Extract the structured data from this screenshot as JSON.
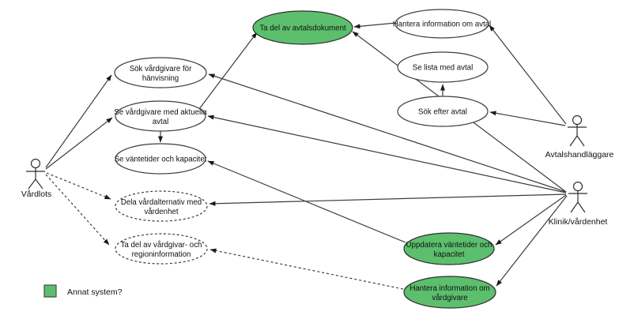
{
  "diagram": {
    "type": "uml-use-case",
    "colors": {
      "system_green": "#5CBF6D",
      "stroke": "#3d3d3d"
    },
    "actors": [
      {
        "id": "vardlots",
        "label": "Vårdlots"
      },
      {
        "id": "avtalshandlaggare",
        "label": "Avtalshandläggare"
      },
      {
        "id": "klinik-vardenhet",
        "label": "Klinik/vårdenhet"
      }
    ],
    "usecases": [
      {
        "id": "ta-del-av-avtalsdokument",
        "style": "system",
        "lines": [
          "Ta del av avtalsdokument"
        ]
      },
      {
        "id": "hantera-information-om-avtal",
        "style": "normal",
        "lines": [
          "Hantera information om avtal"
        ]
      },
      {
        "id": "se-lista-med-avtal",
        "style": "normal",
        "lines": [
          "Se lista med avtal"
        ]
      },
      {
        "id": "sok-efter-avtal",
        "style": "normal",
        "lines": [
          "Sök efter avtal"
        ]
      },
      {
        "id": "sok-vardgivare-for-hanvisning",
        "style": "normal",
        "lines": [
          "Sök vårdgivare för",
          "hänvisning"
        ]
      },
      {
        "id": "se-vardgivare-med-aktuella-avtal",
        "style": "normal",
        "lines": [
          "Se vårdgivare med aktuella",
          "avtal"
        ]
      },
      {
        "id": "se-vantetider-och-kapacitet",
        "style": "normal",
        "lines": [
          "Se väntetider och kapacitet"
        ]
      },
      {
        "id": "dela-vardalternativ-med-vardenhet",
        "style": "dashed",
        "lines": [
          "Dela vårdalternativ med",
          "vårdenhet"
        ]
      },
      {
        "id": "ta-del-av-vardgivar-och-regioninformation",
        "style": "dashed",
        "lines": [
          "Ta del av vårdgivar- och",
          "regioninformation"
        ]
      },
      {
        "id": "uppdatera-vantetider-och-kapacitet",
        "style": "system",
        "lines": [
          "Uppdatera väntetider och",
          "kapacitet"
        ]
      },
      {
        "id": "hantera-information-om-vardgivare",
        "style": "system",
        "lines": [
          "Hantera information om",
          "vårdgivare"
        ]
      }
    ],
    "edges": [
      {
        "from": "vardlots",
        "to": "sok-vardgivare-for-hanvisning",
        "style": "solid"
      },
      {
        "from": "vardlots",
        "to": "se-vardgivare-med-aktuella-avtal",
        "style": "solid"
      },
      {
        "from": "vardlots",
        "to": "dela-vardalternativ-med-vardenhet",
        "style": "dashed"
      },
      {
        "from": "vardlots",
        "to": "ta-del-av-vardgivar-och-regioninformation",
        "style": "dashed"
      },
      {
        "from": "se-vardgivare-med-aktuella-avtal",
        "to": "ta-del-av-avtalsdokument",
        "style": "solid"
      },
      {
        "from": "hantera-information-om-avtal",
        "to": "ta-del-av-avtalsdokument",
        "style": "solid"
      },
      {
        "from": "klinik-vardenhet",
        "to": "ta-del-av-avtalsdokument",
        "style": "solid"
      },
      {
        "from": "sok-efter-avtal",
        "to": "se-lista-med-avtal",
        "style": "solid"
      },
      {
        "from": "se-vardgivare-med-aktuella-avtal",
        "to": "se-vantetider-och-kapacitet",
        "style": "solid"
      },
      {
        "from": "avtalshandlaggare",
        "to": "hantera-information-om-avtal",
        "style": "solid"
      },
      {
        "from": "avtalshandlaggare",
        "to": "sok-efter-avtal",
        "style": "solid"
      },
      {
        "from": "klinik-vardenhet",
        "to": "sok-vardgivare-for-hanvisning",
        "style": "solid"
      },
      {
        "from": "klinik-vardenhet",
        "to": "se-vardgivare-med-aktuella-avtal",
        "style": "solid"
      },
      {
        "from": "klinik-vardenhet",
        "to": "dela-vardalternativ-med-vardenhet",
        "style": "solid"
      },
      {
        "from": "uppdatera-vantetider-och-kapacitet",
        "to": "se-vantetider-och-kapacitet",
        "style": "solid"
      },
      {
        "from": "klinik-vardenhet",
        "to": "uppdatera-vantetider-och-kapacitet",
        "style": "solid"
      },
      {
        "from": "klinik-vardenhet",
        "to": "hantera-information-om-vardgivare",
        "style": "solid"
      },
      {
        "from": "hantera-information-om-vardgivare",
        "to": "ta-del-av-vardgivar-och-regioninformation",
        "style": "dashed"
      }
    ],
    "legend": {
      "label": "Annat system?",
      "color": "#5CBF6D"
    }
  }
}
